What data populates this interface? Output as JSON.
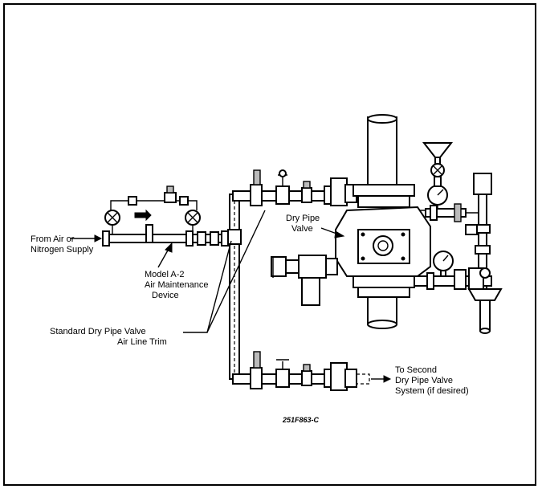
{
  "labels": {
    "air_supply": [
      "From Air or",
      "Nitrogen Supply"
    ],
    "device": [
      "Model A-2",
      "Air Maintenance",
      "Device"
    ],
    "trim": [
      "Standard Dry Pipe Valve",
      "Air Line Trim"
    ],
    "valve": [
      "Dry Pipe",
      "Valve"
    ],
    "second": [
      "To Second",
      "Dry Pipe Valve",
      "System (if desired)"
    ],
    "drawing_code": "251F863-C"
  }
}
